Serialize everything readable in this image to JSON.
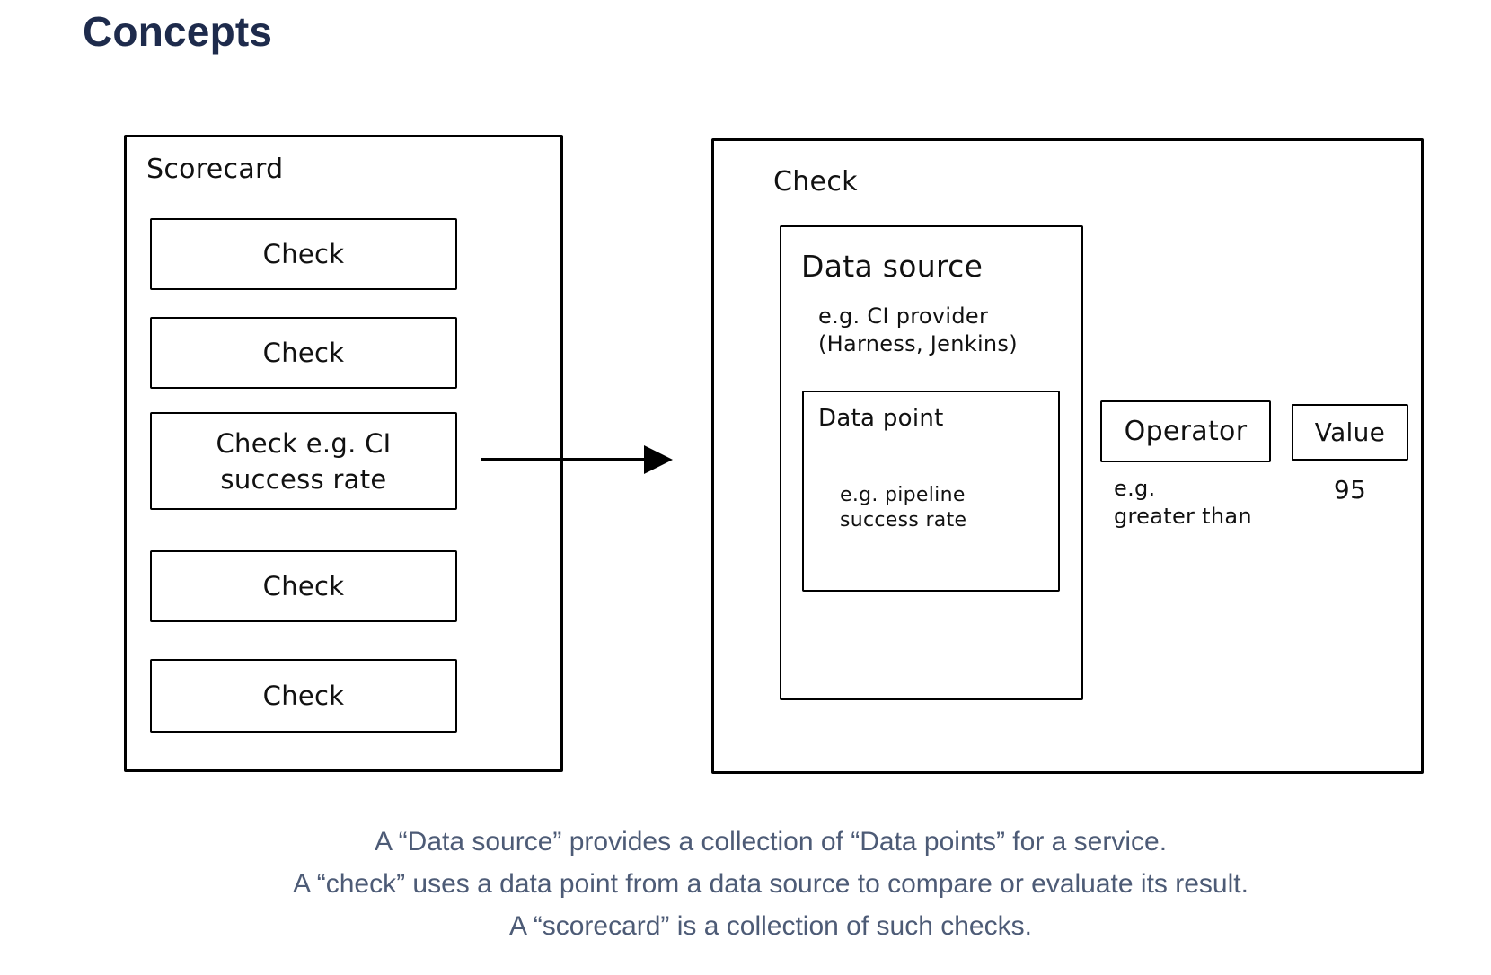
{
  "page": {
    "title": "Concepts",
    "colors": {
      "title": "#1e2b4c",
      "caption": "#4d5b76",
      "stroke": "#000000",
      "background": "#ffffff"
    }
  },
  "scorecard": {
    "label": "Scorecard",
    "checks": [
      "Check",
      "Check",
      "Check e.g. CI\nsuccess rate",
      "Check",
      "Check"
    ]
  },
  "check_detail": {
    "label": "Check",
    "data_source": {
      "title": "Data source",
      "example": "e.g. CI provider\n(Harness, Jenkins)",
      "data_point": {
        "title": "Data point",
        "example": "e.g. pipeline\nsuccess rate"
      }
    },
    "operator": {
      "label": "Operator",
      "example": "e.g.\ngreater than"
    },
    "value": {
      "label": "Value",
      "example": "95"
    }
  },
  "caption": {
    "lines": [
      "A “Data source” provides a collection of “Data points” for a service.",
      "A “check” uses a data point from a data source to compare or evaluate its result.",
      "A “scorecard” is a collection of such checks."
    ]
  }
}
